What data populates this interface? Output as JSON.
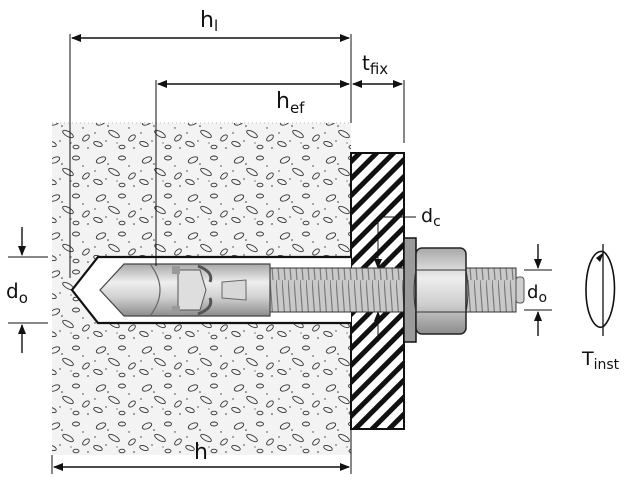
{
  "labels": {
    "h1": {
      "main": "h",
      "sub": "l"
    },
    "hef": {
      "main": "h",
      "sub": "ef"
    },
    "tfix": {
      "main": "t",
      "sub": "fix"
    },
    "dc": {
      "main": "d",
      "sub": "c"
    },
    "d0_left": {
      "main": "d",
      "sub": "o"
    },
    "d0_right": {
      "main": "d",
      "sub": "o"
    },
    "tinst": {
      "main": "T",
      "sub": "inst"
    },
    "h": "h"
  },
  "icons": {
    "torque": "rotation-arrow-icon",
    "anchor": "wedge-anchor-icon"
  },
  "colors": {
    "concrete": "#f2f2f2",
    "steel_light": "#d4d4d4",
    "steel_dark": "#8a8a8a",
    "line": "#111111"
  }
}
